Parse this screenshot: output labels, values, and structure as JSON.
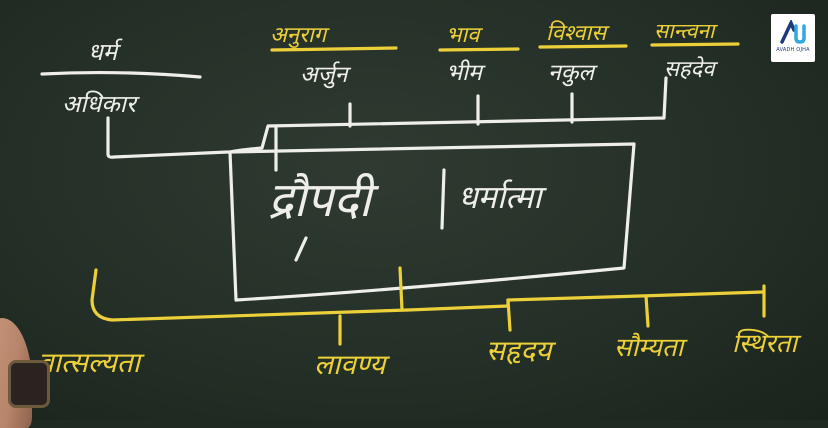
{
  "board": {
    "center_name": "द्रौपदी",
    "center_subtitle": "धर्मात्मा",
    "left_top": "धर्म",
    "left_bottom": "अधिकार",
    "top": [
      {
        "relation": "अनुराग",
        "name": "अर्जुन"
      },
      {
        "relation": "भाव",
        "name": "भीम"
      },
      {
        "relation": "विश्वास",
        "name": "नकुल"
      },
      {
        "relation": "सान्त्वना",
        "name": "सहदेव"
      }
    ],
    "bottom": [
      "वात्सल्यता",
      "लावण्य",
      "सहृदय",
      "सौम्यता",
      "स्थिरता"
    ]
  },
  "logo": {
    "text": "AVADH OJHA"
  },
  "colors": {
    "board": "#263128",
    "chalk_white": "#eeeeea",
    "chalk_yellow": "#ecd03a"
  }
}
